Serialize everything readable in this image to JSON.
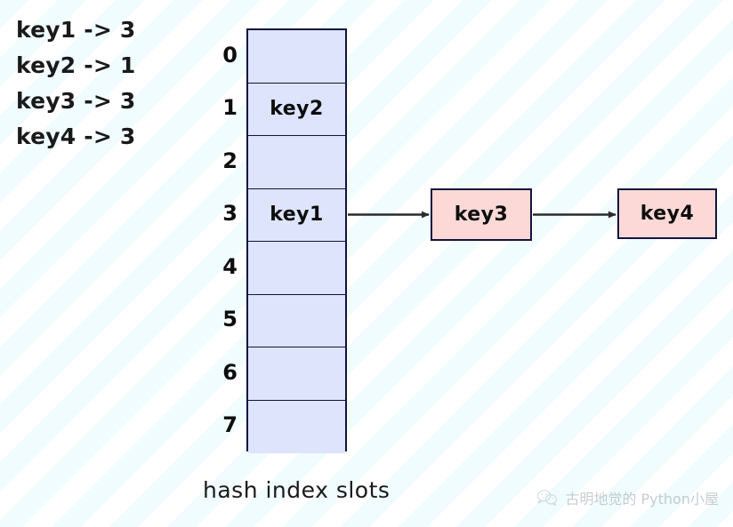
{
  "diagram": {
    "caption": "hash index slots",
    "mappings": [
      "key1 -> 3",
      "key2 -> 1",
      "key3 -> 3",
      "key4 -> 3"
    ],
    "slots": [
      {
        "index": "0",
        "value": ""
      },
      {
        "index": "1",
        "value": "key2"
      },
      {
        "index": "2",
        "value": ""
      },
      {
        "index": "3",
        "value": "key1"
      },
      {
        "index": "4",
        "value": ""
      },
      {
        "index": "5",
        "value": ""
      },
      {
        "index": "6",
        "value": ""
      },
      {
        "index": "7",
        "value": ""
      }
    ],
    "chain_nodes": [
      {
        "label": "key3"
      },
      {
        "label": "key4"
      }
    ],
    "colors": {
      "slot_fill": "#dde4fb",
      "slot_border": "#131440",
      "node_fill": "#fcd9d6",
      "node_border": "#131440",
      "arrow": "#2b2b2b",
      "background_stripe": "#f0fcfd",
      "background_base": "#ffffff",
      "text": "#0d0d0d"
    }
  },
  "watermark": {
    "text": "古明地觉的 Python小屋",
    "icon": "wechat-icon"
  }
}
